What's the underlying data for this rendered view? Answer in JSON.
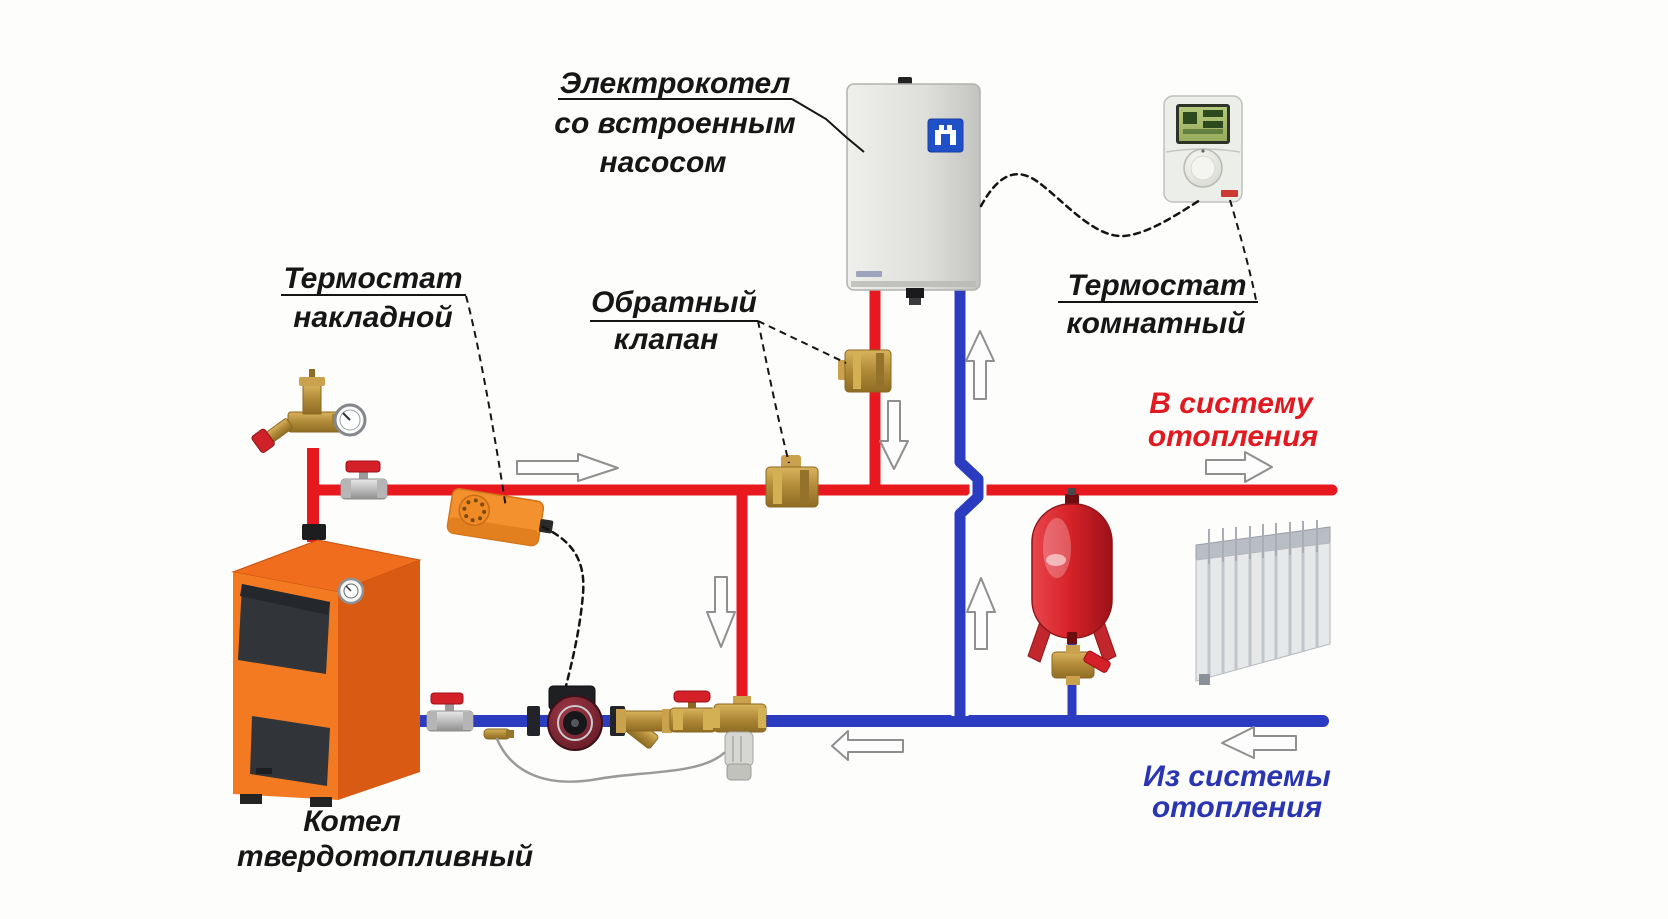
{
  "labels": {
    "electric_boiler": {
      "l1": "Электрокотел",
      "l2": "со встроенным",
      "l3": "насосом"
    },
    "check_valve": {
      "l1": "Обратный",
      "l2": "клапан"
    },
    "surface_thermostat": {
      "l1": "Термостат",
      "l2": "накладной"
    },
    "room_thermostat": {
      "l1": "Термостат",
      "l2": "комнатный"
    },
    "supply": {
      "l1": "В систему",
      "l2": "отопления"
    },
    "return": {
      "l1": "Из системы",
      "l2": "отопления"
    },
    "solid_fuel_boiler": {
      "l1": "Котел",
      "l2": "твердотопливный"
    }
  },
  "colors": {
    "supply_pipe": "#e8191e",
    "return_pipe": "#2b3cc0",
    "supply_text": "#e01a20",
    "return_text": "#2a35b2",
    "label_text": "#161616",
    "boiler_orange": "#f47a22",
    "tank_red": "#d8232a",
    "brass": "#b9913f",
    "pump_body": "#7a2630",
    "panel_gray": "#dcdcd8"
  }
}
